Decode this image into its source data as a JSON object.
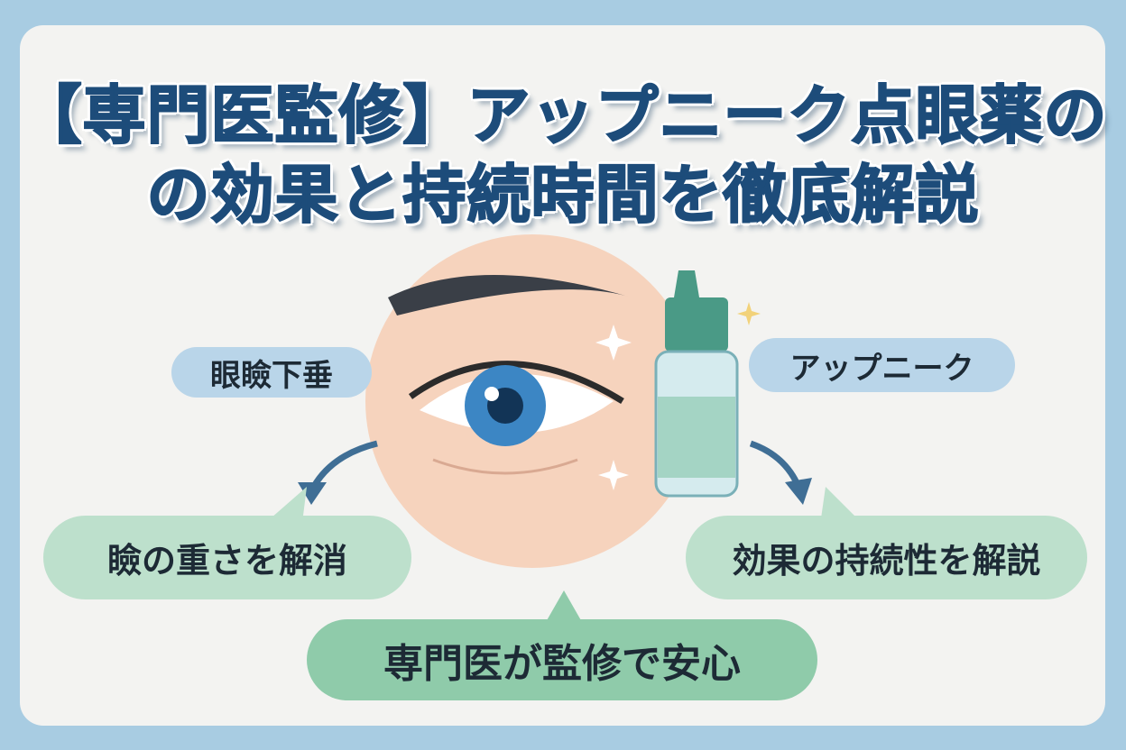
{
  "title": {
    "line1": "【専門医監修】アップニーク点眼薬の",
    "line2": "の効果と持続時間を徹底解説"
  },
  "labels": {
    "left_top": "眼瞼下垂",
    "right_top": "アップニーク",
    "left_bottom": "瞼の重さを解消",
    "right_bottom": "効果の持続性を解説",
    "center_bottom": "専門医が監修で安心"
  },
  "colors": {
    "background": "#a8cce2",
    "card": "#f3f3f1",
    "title": "#1d4c7a",
    "blue_pill": "#b9d5e9",
    "green_pill": "#bde0cc",
    "green_pill_dark": "#8fcbaa"
  }
}
